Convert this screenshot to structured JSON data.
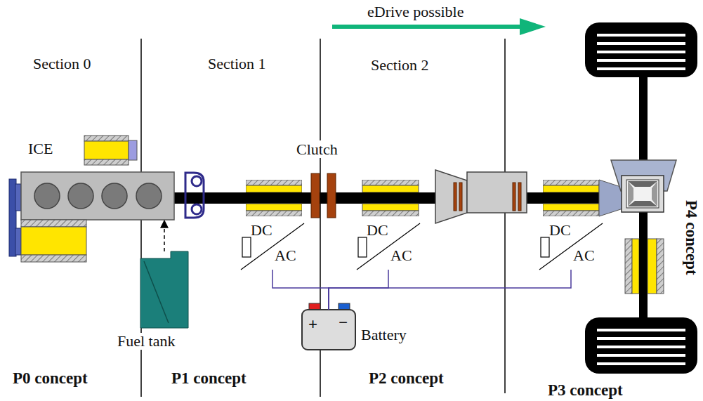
{
  "diagram": {
    "nodes": [
      {
        "text": [
          "ICE"
        ]
      },
      {
        "text": [
          "Fuel tank"
        ]
      },
      {
        "text": [
          "DC",
          "AC"
        ]
      },
      {
        "text": [
          "DC",
          "AC"
        ]
      },
      {
        "text": [
          "DC",
          "AC"
        ]
      },
      {
        "text": [
          "Battery"
        ]
      }
    ],
    "edges": [
      {
        "from": 1,
        "to": 0,
        "arrow": "to"
      },
      {
        "from": 2,
        "to": 5,
        "arrow": "none"
      },
      {
        "from": 3,
        "to": 5,
        "arrow": "none"
      },
      {
        "from": 4,
        "to": 5,
        "arrow": "none"
      }
    ],
    "labels": [
      "eDrive possible",
      "Section 0",
      "Section 1",
      "Section 2",
      "Clutch",
      "+",
      "−",
      "P0 concept",
      "P1 concept",
      "P2 concept",
      "P3 concept",
      "P4 concept"
    ]
  }
}
